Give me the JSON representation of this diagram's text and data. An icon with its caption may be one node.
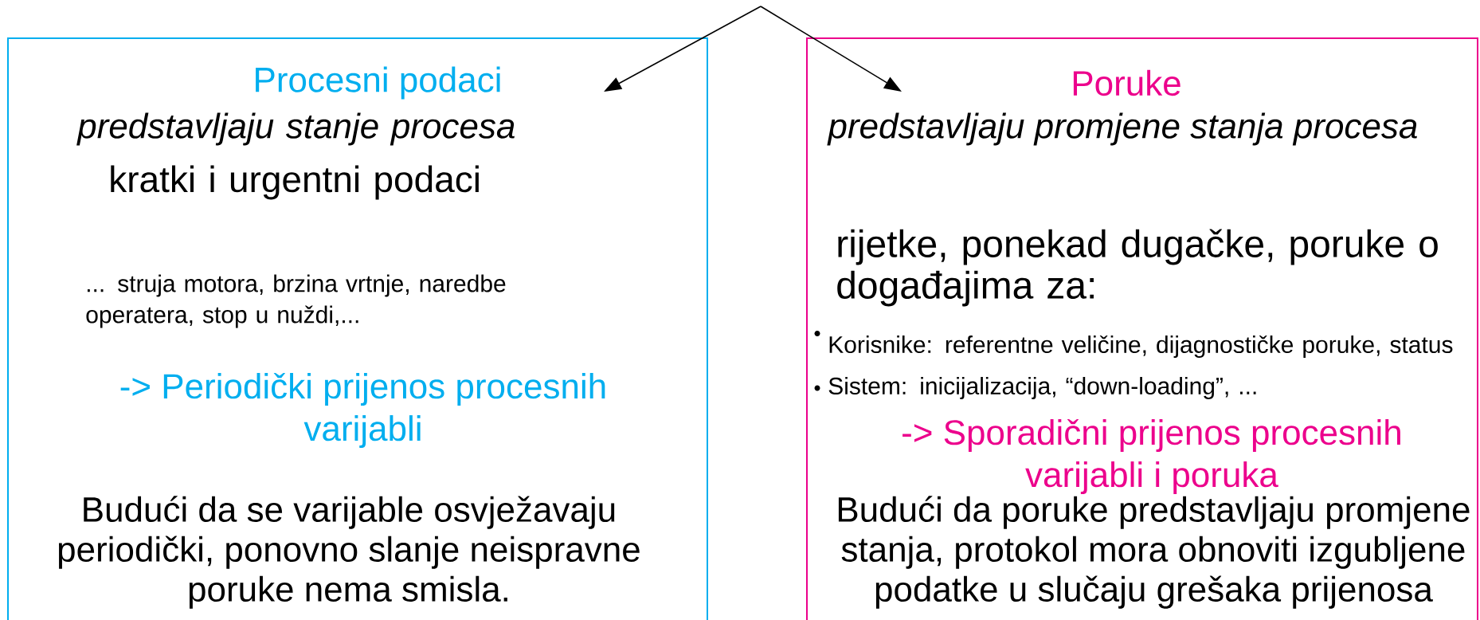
{
  "diagram": {
    "nodes": [
      {
        "text": [
          "Procesni podaci",
          "predstavljaju stanje procesa",
          "kratki i urgentni podaci",
          "... struja motora, brzina vrtnje, naredbe operatera, stop u nuždi,...",
          "-> Periodički prijenos procesnih varijabli",
          "Budući da se varijable osvježavaju periodički, ponovno slanje neispravne poruke nema smisla."
        ]
      },
      {
        "text": [
          "Poruke",
          "predstavljaju promjene stanja procesa",
          "rijetke, ponekad dugačke, poruke o događajima za:",
          "Korisnike: referentne veličine, dijagnostičke poruke, status",
          "Sistem: inicijalizacija, “down-loading”, ...",
          "-> Sporadični prijenos procesnih varijabli i poruka",
          "Budući da poruke predstavljaju promjene stanja, protokol mora obnoviti izgubljene podatke u slučaju grešaka prijenosa"
        ]
      }
    ],
    "edges": [
      {
        "from": null,
        "to": 0,
        "arrow": "to"
      },
      {
        "from": null,
        "to": 1,
        "arrow": "to"
      }
    ]
  }
}
